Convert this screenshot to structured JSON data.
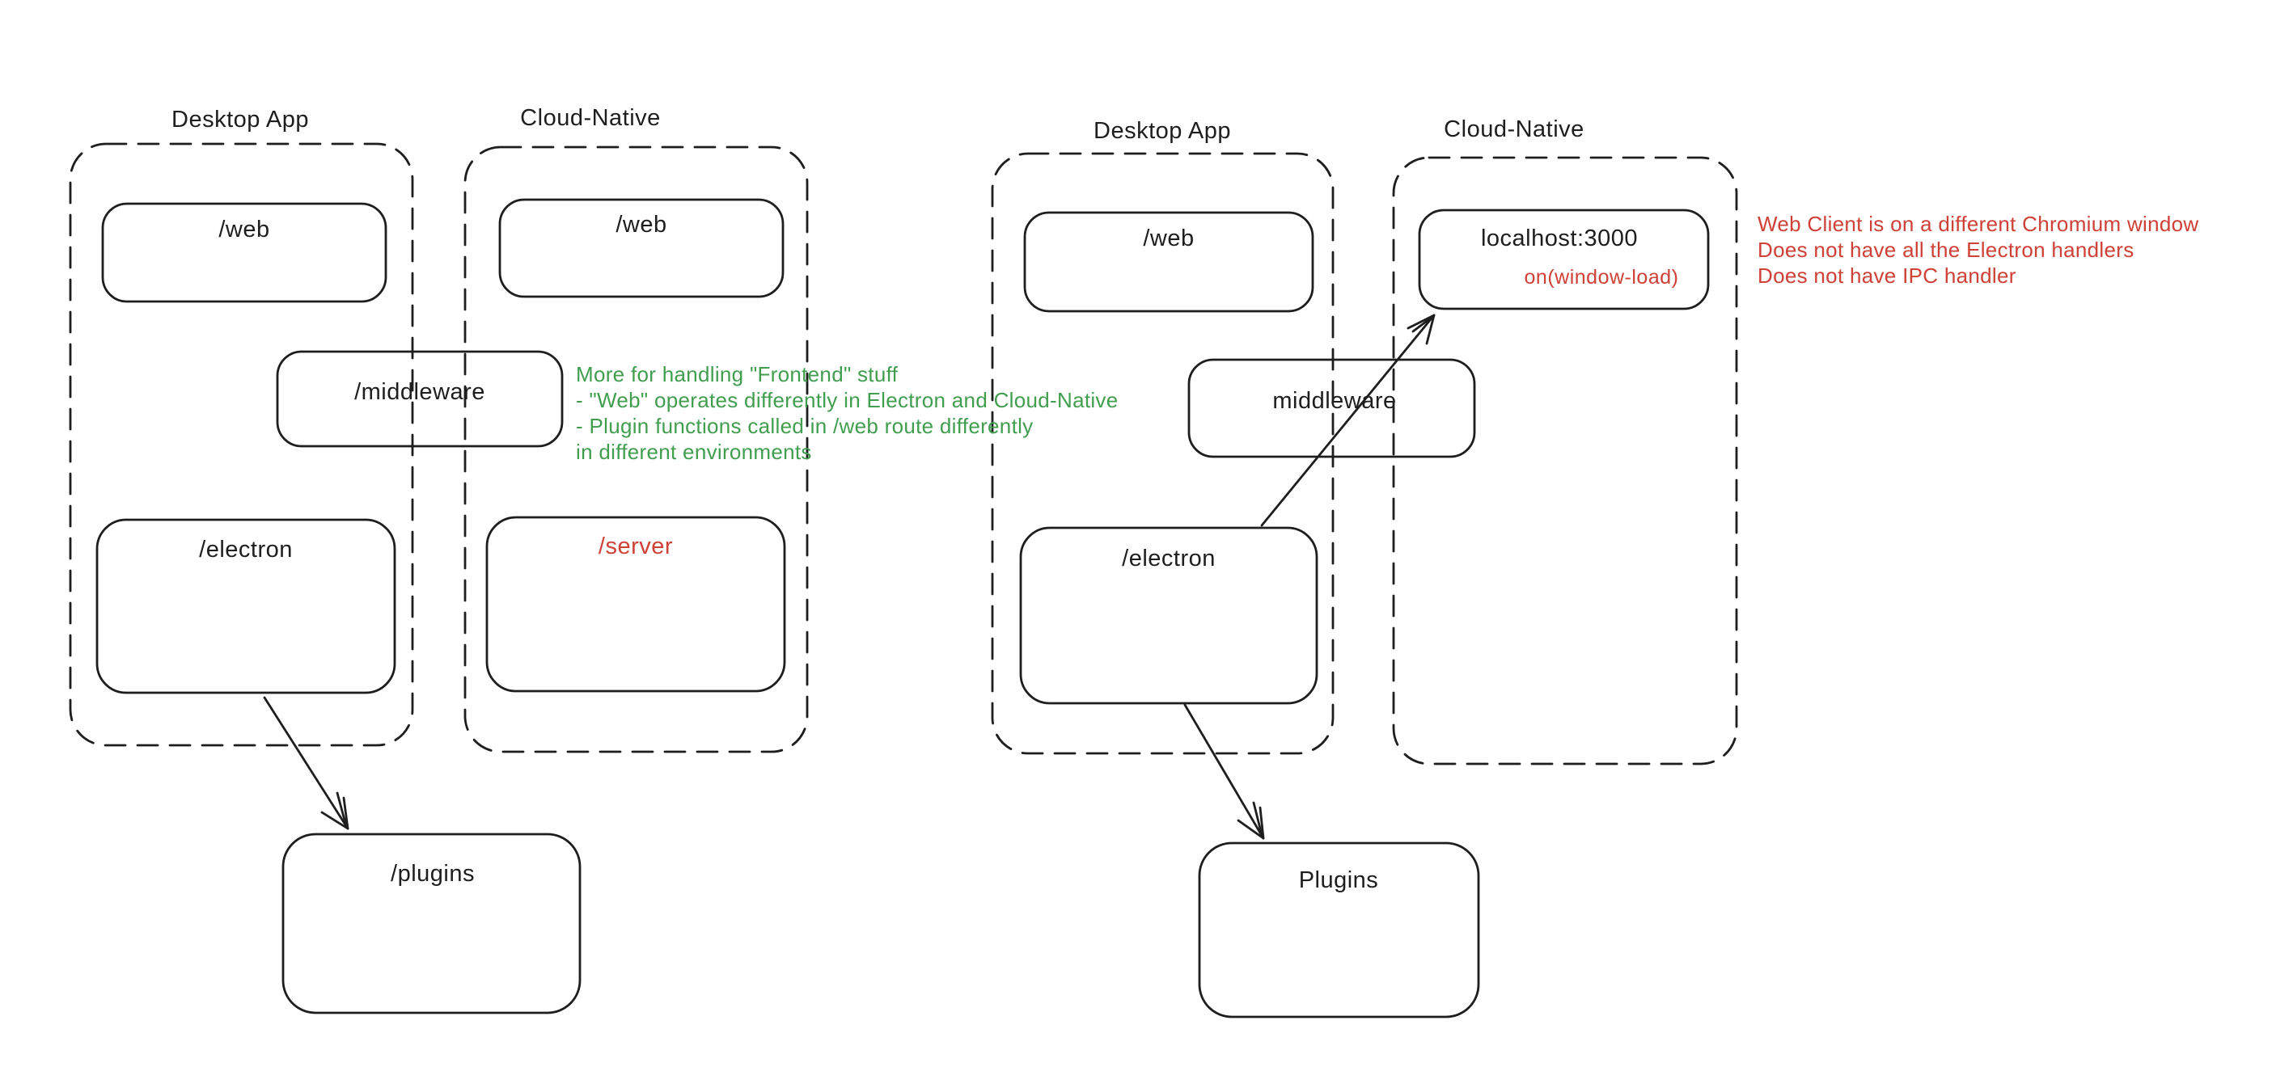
{
  "colors": {
    "ink": "#1e1e1e",
    "red": "#cf4036",
    "green": "#419e4f",
    "background": "#ffffff"
  },
  "left_diagram": {
    "desktop_container_label": "Desktop App",
    "cloud_container_label": "Cloud-Native",
    "nodes": {
      "web_desktop": "/web",
      "web_cloud": "/web",
      "middleware": "/middleware",
      "electron": "/electron",
      "server": "/server",
      "plugins": "/plugins"
    },
    "note_color": "#419e4f",
    "note_lines": [
      "More for handling \"Frontend\" stuff",
      "- \"Web\" operates differently in Electron and Cloud-Native",
      "- Plugin functions called in /web route differently",
      "in different environments"
    ]
  },
  "right_diagram": {
    "desktop_container_label": "Desktop App",
    "cloud_container_label": "Cloud-Native",
    "nodes": {
      "web": "/web",
      "localhost": "localhost:3000",
      "localhost_event": "on(window-load)",
      "middleware": "middleware",
      "electron": "/electron",
      "plugins": "Plugins"
    },
    "note_color": "#cf4036",
    "note_lines": [
      "Web Client is on a different Chromium window",
      "Does not have all the Electron handlers",
      "Does not have IPC handler"
    ]
  }
}
